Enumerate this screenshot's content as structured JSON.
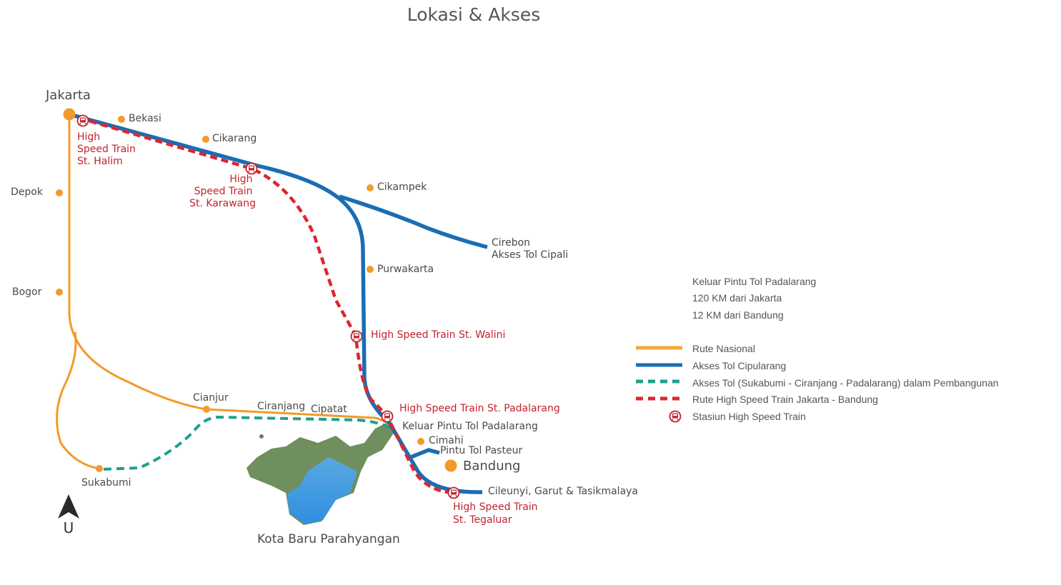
{
  "title": "Lokasi & Akses",
  "colors": {
    "nasional": "#f39a2b",
    "cipularang": "#1b6db3",
    "construction": "#1fa08e",
    "train": "#e0252e",
    "station_text": "#c3222c"
  },
  "cities": {
    "jakarta": "Jakarta",
    "bekasi": "Bekasi",
    "cikarang": "Cikarang",
    "cikampek": "Cikampek",
    "depok": "Depok",
    "bogor": "Bogor",
    "purwakarta": "Purwakarta",
    "cianjur": "Cianjur",
    "ciranjang": "Ciranjang",
    "cipatat": "Cipatat",
    "sukabumi": "Sukabumi",
    "cimahi": "Cimahi",
    "bandung": "Bandung",
    "kota_baru": "Kota Baru Parahyangan"
  },
  "road_labels": {
    "cirebon": [
      "Cirebon",
      "Akses Tol Cipali"
    ],
    "keluar_padalarang": "Keluar Pintu Tol Padalarang",
    "pasteur": "Pintu Tol Pasteur",
    "cileunyi": "Cileunyi, Garut & Tasikmalaya"
  },
  "stations": {
    "halim": [
      "High",
      "Speed Train",
      "St. Halim"
    ],
    "karawang": [
      "High",
      "Speed Train",
      "St. Karawang"
    ],
    "walini": "High Speed Train St. Walini",
    "padalarang": "High Speed Train St. Padalarang",
    "tegaluar": [
      "High Speed Train",
      "St. Tegaluar"
    ]
  },
  "info": [
    "Keluar Pintu Tol Padalarang",
    "120 KM dari Jakarta",
    "12 KM dari Bandung"
  ],
  "legend": [
    {
      "label": "Rute Nasional",
      "icon": "solid-orange-line"
    },
    {
      "label": "Akses Tol Cipularang",
      "icon": "solid-blue-line"
    },
    {
      "label": "Akses Tol  (Sukabumi - Ciranjang - Padalarang) dalam Pembangunan",
      "icon": "dashed-teal-line"
    },
    {
      "label": "Rute High Speed Train Jakarta - Bandung",
      "icon": "dashed-red-line"
    },
    {
      "label": "Stasiun High Speed Train",
      "icon": "train-station-icon"
    }
  ],
  "compass": "U"
}
